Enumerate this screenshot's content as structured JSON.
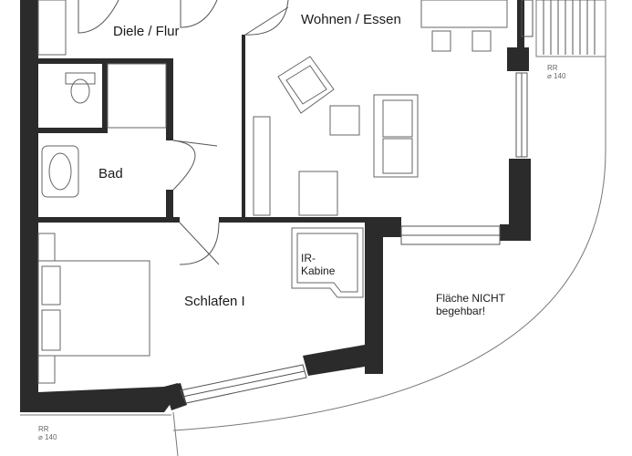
{
  "rooms": {
    "flur": "Diele / Flur",
    "wohnen": "Wohnen / Essen",
    "bad": "Bad",
    "schlafen": "Schlafen I"
  },
  "ir_kabine": {
    "line1": "IR-",
    "line2": "Kabine"
  },
  "terrace_note": {
    "line1": "Fläche NICHT",
    "line2": "begehbar!"
  },
  "rr_markers": [
    {
      "line1": "RR",
      "line2": "⌀ 140"
    },
    {
      "line1": "RR",
      "line2": "⌀ 140"
    }
  ],
  "colors": {
    "wall": "#2b2b2b",
    "line": "#555555",
    "furniture": "#666666",
    "background": "#ffffff"
  }
}
